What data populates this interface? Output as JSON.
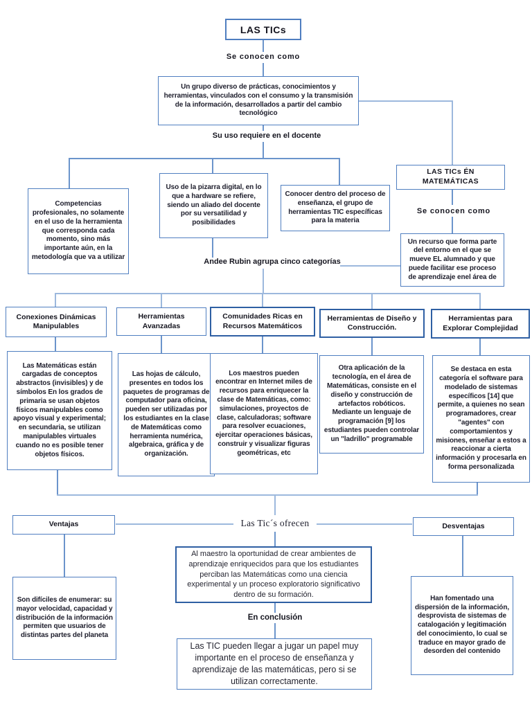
{
  "colors": {
    "box_border": "#4f7ec0",
    "box_border_strong": "#2e5fa3",
    "connector_line": "#6b94cb",
    "connector_line_light": "#9cb8dd",
    "text": "#1a1a28",
    "background": "#ffffff"
  },
  "diagram": {
    "root": {
      "label": "LAS TICs"
    },
    "labels": {
      "known_as_top": "Se conocen como",
      "teacher_requires": "Su uso requiere en el docente",
      "rubin": "Andee Rubin agrupa cinco categorías",
      "known_as_math": "Se conocen como",
      "tics_offer": "Las Tic´s ofrecen",
      "in_conclusion": "En conclusión"
    },
    "nodes": {
      "definition": "Un grupo diverso de prácticas, conocimientos y herramientas, vinculados con el consumo y la transmisión de la información, desarrollados a partir del cambio tecnológico",
      "competencias": "Competencias profesionales, no solamente en el uso de la herramienta que corresponda cada momento, sino más importante aún, en la metodología que va a utilizar",
      "pizarra": "Uso de la pizarra digital, en lo que a hardware se refiere, siendo un aliado del docente por su versatilidad y posibilidades",
      "conocer": "Conocer dentro del proceso de enseñanza, el grupo de herramientas TIC específicas para la materia",
      "tics_math_title": "LAS TICs ÉN MATEMÁTICAS",
      "recurso": "Un recurso que forma parte del entorno en el que se mueve EL alumnado y que puede facilitar ese proceso de aprendizaje enel área de",
      "ventajas_title": "Ventajas",
      "desventajas_title": "Desventajas",
      "maestro": "Al maestro la oportunidad de crear ambientes de aprendizaje enriquecidos para que los estudiantes perciban las Matemáticas como una ciencia experimental y un proceso exploratorio significativo dentro de su formación.",
      "conclusion": "Las TIC pueden llegar a jugar un papel muy importante en el proceso de enseñanza y aprendizaje de las matemáticas, pero si se utilizan correctamente.",
      "ventajas_detail": "Son difíciles de enumerar: su mayor velocidad, capacidad y distribución de la información permiten que usuarios de distintas partes del planeta",
      "desventajas_detail": "Han fomentado una dispersión de la información, desprovista de sistemas de catalogación y legitimación del conocimiento, lo cual se traduce en mayor grado de desorden del contenido"
    },
    "categories": [
      {
        "title": "Conexiones Dinámicas Manipulables",
        "description": "Las Matemáticas están cargadas de conceptos abstractos (invisibles) y de símbolos En los grados de primaria se usan objetos físicos manipulables como apoyo visual y experimental; en secundaria, se utilizan manipulables virtuales cuando no es posible tener objetos físicos."
      },
      {
        "title": "Herramientas Avanzadas",
        "description": "Las hojas de cálculo, presentes en todos los paquetes de programas de computador para oficina, pueden ser utilizadas por los estudiantes en la clase de Matemáticas como herramienta numérica, algebraica, gráfica y de organización."
      },
      {
        "title": "Comunidades Ricas en Recursos Matemáticos",
        "description": "Los maestros pueden encontrar en Internet miles de recursos para enriquecer la clase de Matemáticas, como: simulaciones, proyectos de clase, calculadoras; software para resolver ecuaciones, ejercitar operaciones básicas, construir y visualizar figuras geométricas, etc"
      },
      {
        "title": "Herramientas de Diseño y Construcción.",
        "description": "Otra aplicación de la tecnología, en el área de Matemáticas, consiste en el diseño y construcción de artefactos robóticos. Mediante un lenguaje de programación [9] los estudiantes pueden controlar un \"ladrillo\" programable"
      },
      {
        "title": "Herramientas para Explorar Complejidad",
        "description": "Se destaca en esta categoría el software para modelado de sistemas específicos [14] que permite, a quienes no sean programadores, crear \"agentes\" con comportamientos y misiones, enseñar a estos a reaccionar a cierta información y procesarla en forma personalizada"
      }
    ]
  }
}
